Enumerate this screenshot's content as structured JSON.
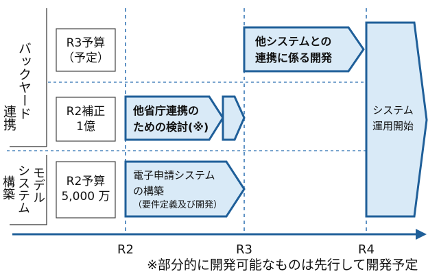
{
  "rows": {
    "backyard": {
      "label_main": "バックヤード",
      "label_sub": "連携"
    },
    "model": {
      "label_main": "モデル",
      "label_mid": "システム",
      "label_sub": "構築"
    }
  },
  "budgets": [
    {
      "line1": "R3予算",
      "line2": "（予定）"
    },
    {
      "line1": "R2補正",
      "line2": "1億"
    },
    {
      "line1": "R2予算",
      "line2": "5,000 万"
    }
  ],
  "arrows": {
    "other_system": {
      "line1": "他システムとの",
      "line2": "連携に係る開発"
    },
    "ministry": {
      "line1": "他省庁連携の",
      "line2": "ための検討(※)"
    },
    "e_application": {
      "line1": "電子申請システム",
      "line2": "の構築",
      "line3": "（要件定義及び開発）"
    },
    "operation": {
      "line1": "システム",
      "line2": "運用開始"
    }
  },
  "timeline": {
    "ticks": [
      "R2",
      "R3",
      "R4"
    ]
  },
  "note": "※部分的に開発可能なものは先行して開発予定",
  "colors": {
    "arrow_fill": "#d9eaf7",
    "arrow_stroke": "#1f5f99",
    "dash": "#2a6fb0",
    "axis": "#1f5f99"
  }
}
